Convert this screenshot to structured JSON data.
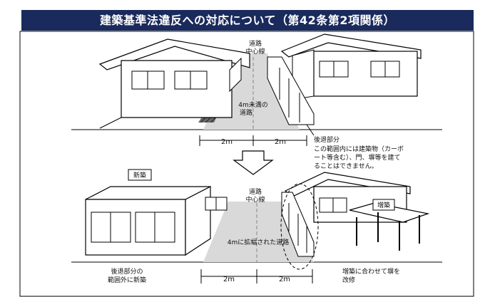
{
  "title": "建築基準法違反への対応について（第42条第2項関係）",
  "top": {
    "road_center_label": [
      "道路",
      "中心線"
    ],
    "road_label": [
      "4m未満の",
      "道路"
    ],
    "dim_left": "2m",
    "dim_right": "2m",
    "setback_title": "後退部分",
    "setback_note": [
      "この範囲内には建築物（カーボ",
      "ート等含む）、門、塀等を建て",
      "ることはできません。"
    ]
  },
  "bottom": {
    "new_build_tag": "新築",
    "extension_tag": "増築",
    "road_center_label": [
      "道路",
      "中心線"
    ],
    "road_label": "4mに拡幅された道路",
    "dim_left": "2m",
    "dim_right": "2m",
    "left_note": [
      "後退部分の",
      "範囲外に新築"
    ],
    "right_note": [
      "増築に合わせて塀を",
      "改修"
    ]
  },
  "colors": {
    "banner": "#1a2a5c",
    "road": "#d9d9d9",
    "setback": "#555555"
  }
}
